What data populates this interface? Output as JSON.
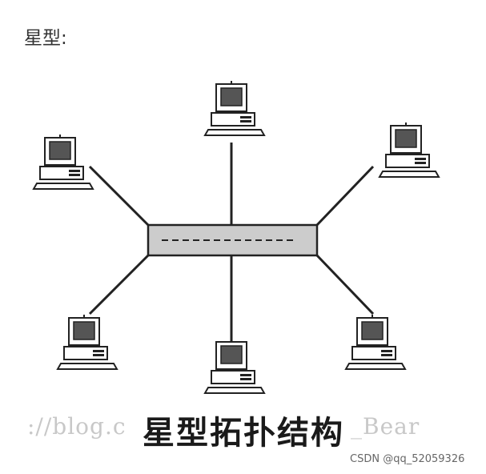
{
  "heading": "星型:",
  "caption": "星型拓扑结构",
  "watermark_left": "://blog.c",
  "watermark_right": "_Bear",
  "credit": "CSDN @qq_52059326",
  "colors": {
    "line": "#222222",
    "hub_fill": "#cccccc",
    "screen": "#555555"
  },
  "nodes": [
    {
      "name": "computer-top"
    },
    {
      "name": "computer-upper-left"
    },
    {
      "name": "computer-upper-right"
    },
    {
      "name": "computer-lower-left"
    },
    {
      "name": "computer-bottom"
    },
    {
      "name": "computer-lower-right"
    }
  ],
  "hub": {
    "name": "hub",
    "icon": "hub-box-icon"
  }
}
